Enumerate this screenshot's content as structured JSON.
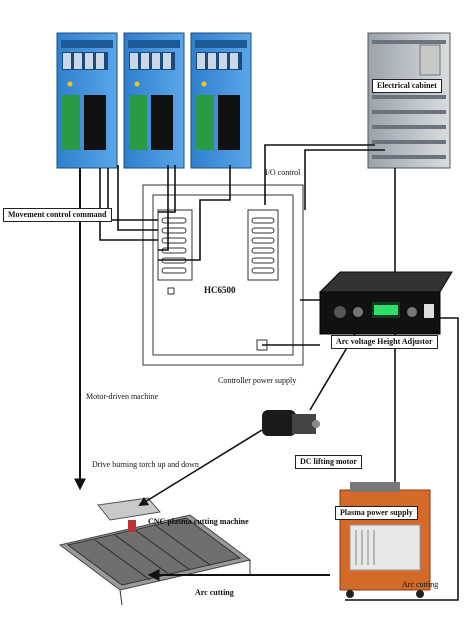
{
  "labels": {
    "movement_control": "Movement control   command",
    "io_control": "I/O control",
    "electrical_cabinet": "Electrical cabinet",
    "hc6500": "HC6500",
    "arc_voltage_adjustor": "Arc voltage Height Adjustor",
    "controller_power": "Controller power supply",
    "motor_driven": "Motor-driven machine",
    "dc_lifting_motor": "DC lifting motor",
    "drive_torch": "Drive burning torch up and down",
    "plasma_power_supply": "Plasma power supply",
    "cnc_machine": "CNC plasma cutting machine",
    "arc_cutting_main": "Arc cutting",
    "arc_cutting_side": "Arc cutting"
  }
}
